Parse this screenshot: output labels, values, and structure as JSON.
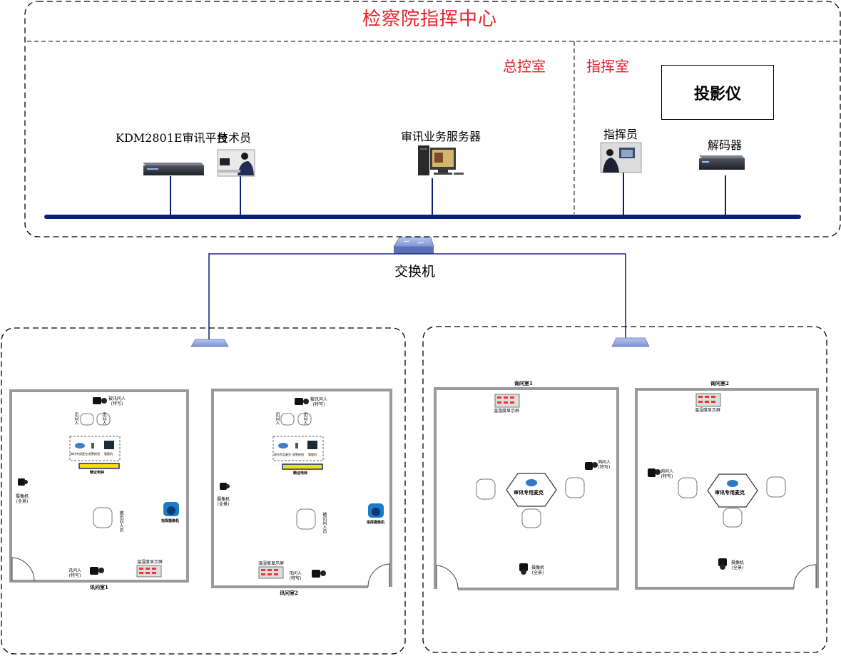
{
  "center": {
    "title": "检察院指挥中心",
    "control_room": "总控室",
    "command_room": "指挥室",
    "projector": "投影仪",
    "platform": "KDM2801E审讯平台",
    "technician": "技术员",
    "server": "审讯业务服务器",
    "commander": "指挥员",
    "decoder": "解码器"
  },
  "switch_label": "交换机",
  "interrogation_rooms": [
    {
      "name": "讯问室1",
      "suspect_cam": "被讯问人\n(特写)",
      "interrogator_left": "讯问人",
      "interrogator_right": "讯问人",
      "mic": "审讯专用麦克",
      "alarm": "报警按钮",
      "host": "管理机",
      "clock": "精证电钟",
      "camera_panorama": "摄像机\n(全景)",
      "command_camera": "指挥摄像机",
      "suspect_seat": "被讯问人员",
      "interrogator_cam": "讯问人\n(特写)",
      "temp_display": "温湿度显示屏"
    },
    {
      "name": "讯问室2",
      "suspect_cam": "被讯问人\n(特写)",
      "interrogator_left": "讯问人",
      "interrogator_right": "讯问人",
      "mic": "审讯专用麦克",
      "alarm": "报警按钮",
      "host": "管理机",
      "clock": "精证电钟",
      "camera_panorama": "摄像机\n(全景)",
      "command_camera": "指挥摄像机",
      "suspect_seat": "被讯问人员",
      "interrogator_cam": "讯问人\n(特写)",
      "temp_display": "温湿度显示屏"
    }
  ],
  "inquiry_rooms": [
    {
      "name": "询问室1",
      "temp_display": "温湿度显示屏",
      "mic": "审讯专用麦克",
      "person_cam": "询问人\n(特写)",
      "camera": "摄像机\n(全景)"
    },
    {
      "name": "询问室2",
      "temp_display": "温湿度显示屏",
      "mic": "审讯专用麦克",
      "person_cam": "询问人\n(特写)",
      "camera": "摄像机\n(全景)"
    }
  ],
  "colors": {
    "title_red": "#e8202a",
    "backbone": "#0b1f7a",
    "link": "#1a2a8a",
    "wall": "#9a9a9a"
  }
}
